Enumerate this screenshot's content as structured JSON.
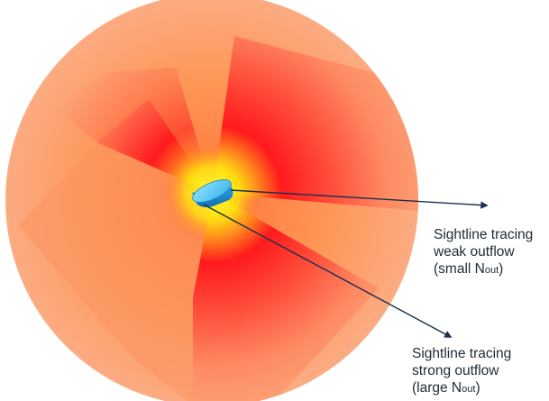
{
  "labels": {
    "weak": {
      "line1": "Sightline tracing",
      "line2": "weak outflow",
      "line3_prefix": "(small N",
      "line3_sub": "out",
      "line3_suffix": ")"
    },
    "strong": {
      "line1": "Sightline tracing",
      "line2": "strong outflow",
      "line3_prefix": "(large N",
      "line3_sub": "out",
      "line3_suffix": ")"
    }
  },
  "colors": {
    "outer_halo": "#fba77a",
    "hot_core": "#ffff22",
    "red_ring": "#ff1a1a",
    "disk_top": "#4fc7f2",
    "disk_side": "#1d8fd1",
    "sightline": "#1b2f4f"
  }
}
